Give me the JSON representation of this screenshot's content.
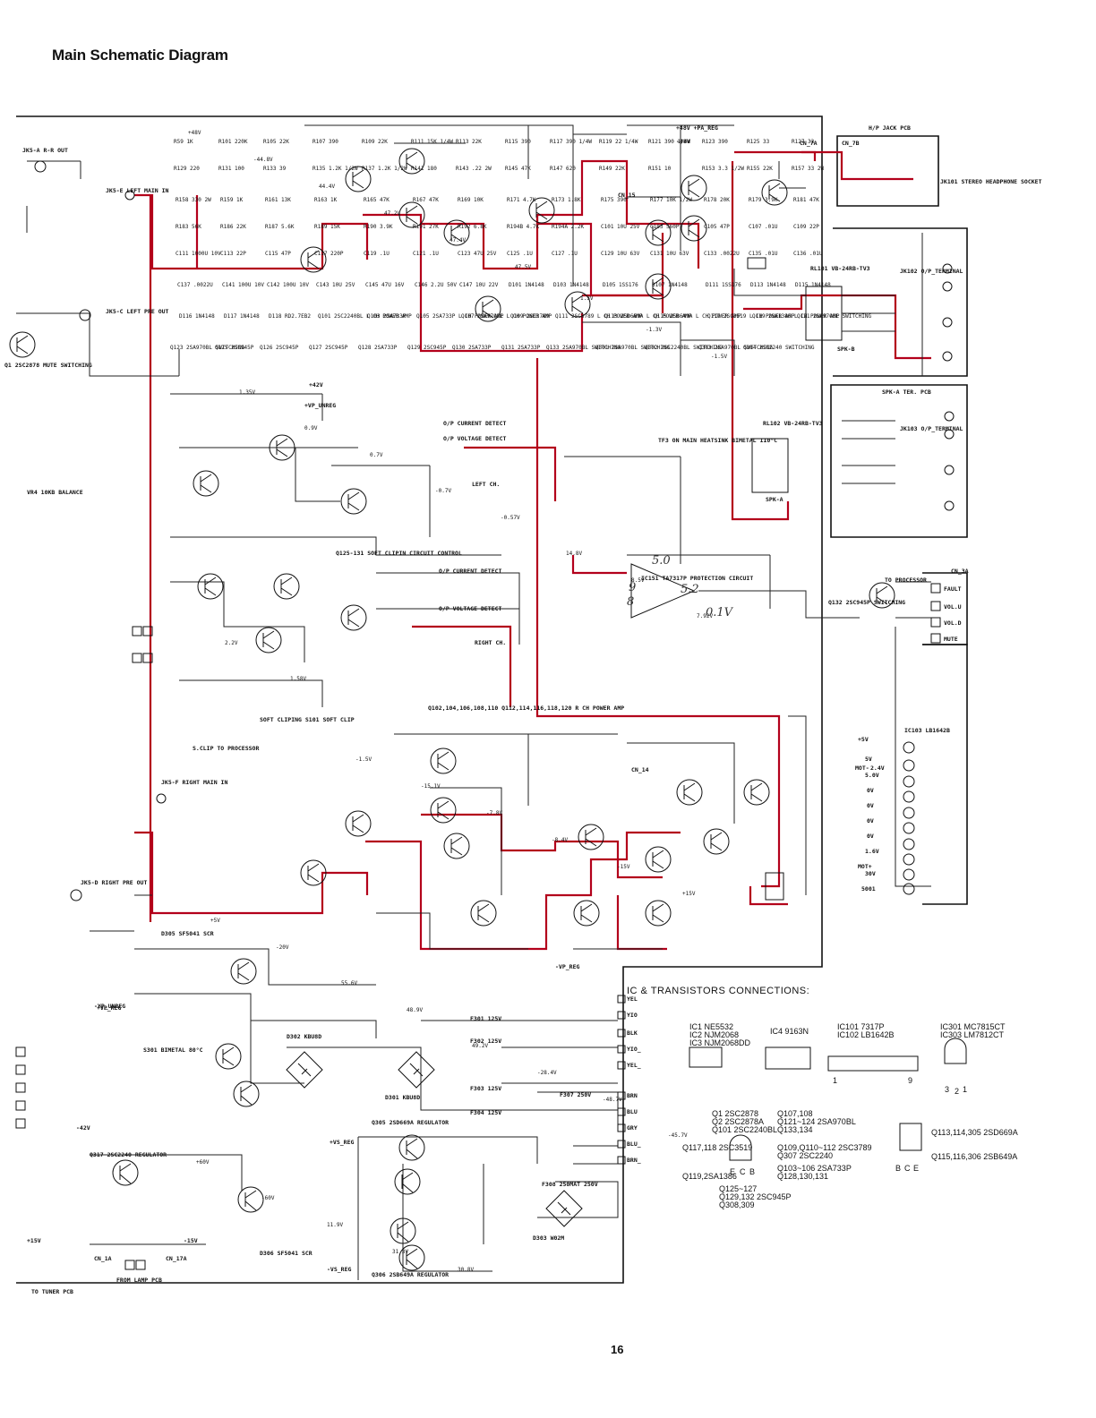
{
  "title": "Main Schematic Diagram",
  "page_number": "16",
  "colors": {
    "highlight_wire": "#b3001b",
    "ink": "#111111",
    "paper": "#ffffff"
  },
  "connectors": {
    "jk5a": "JK5-A R-R OUT",
    "jk5e": "JK5-E LEFT MAIN IN",
    "jk5c": "JK5-C LEFT PRE OUT",
    "jk5f": "JK5-F RIGHT MAIN IN",
    "jk5d": "JK5-D RIGHT PRE OUT",
    "jk101": "JK101 STEREO HEADPHONE SOCKET",
    "hp_jack": "H/P JACK PCB",
    "jk102": "JK102 O/P_TERMINAL",
    "jk103": "JK103 O/P_TERMINAL",
    "spk_a_ter": "SPK-A TER. PCB",
    "cn_7b": "CN_7B",
    "cn_7a": "CN_7A",
    "cn_3a": "CN_3A",
    "cn_14": "CN_14",
    "cn_15": "CN_15",
    "cn_1a": "CN_1A",
    "cn_17a": "CN_17A",
    "to_tuner": "TO TUNER PCB",
    "from_lamp": "FROM LAMP PCB",
    "to_processor": "TO PROCESSOR",
    "clip_to_processor": "S.CLIP TO PROCESSOR"
  },
  "sections": {
    "l_power_amp": "L CH POWER AMP",
    "r_power_amp": "Q102,104,106,108,110 Q112,114,116,118,120 R CH POWER AMP",
    "soft_clip": "Q125-131 SOFT CLIPIN CIRCUIT CONTROL",
    "soft_clipping": "SOFT CLIPING S101 SOFT CLIP",
    "op_current": "O/P CURRENT DETECT",
    "op_voltage": "O/P VOLTAGE DETECT",
    "left_ch": "LEFT CH.",
    "right_ch": "RIGHT CH.",
    "protection": "IC151 TA7317P PROTECTION CIRCUIT",
    "heatsink": "TF3 ON MAIN HEATSINK BIMETAL 110°C",
    "mute_sw": "Q1 2SC2878 MUTE SWITCHING",
    "balance": "VR4 10KB BALANCE",
    "relay_a": "RL101 VB-24RB-TV3",
    "relay_b": "RL102 VB-24RB-TV3",
    "spk_a": "SPK-A",
    "spk_b": "SPK-B",
    "q132": "Q132 2SC945P SWITCHING",
    "processor_pins": [
      "FAULT",
      "VOL.U",
      "VOL.D",
      "MUTE"
    ],
    "ic103": "IC103 LB1642B",
    "ic103_pins": [
      "+5V",
      "5V",
      "5.0V",
      "MOT-",
      "2.4V",
      "0V",
      "0V",
      "0V",
      "0V",
      "1.6V",
      "MOT+",
      "30V",
      "5001"
    ],
    "bimetal": "S301 BIMETAL 80°C",
    "regulator_pos": "Q305 2SD669A REGULATOR",
    "regulator_neg": "Q306 2SB649A REGULATOR",
    "q317": "Q317 2SC2240 REGULATOR",
    "fuses": [
      "F301 125V",
      "F302 125V",
      "F303 125V",
      "F304 125V",
      "F307 250V",
      "F308 250MAT 250V"
    ],
    "rail_labels": [
      "+48V +PA_REG",
      "-48V",
      "+VP_REG",
      "-VP_REG",
      "+VS_REG",
      "-VS_REG",
      "+42V",
      "-42V",
      "+15V",
      "-15V",
      "+VP_UNREG",
      "-YP_UNREG"
    ],
    "transformer_taps": [
      "YEL",
      "YIO",
      "BLK",
      "YIO_",
      "YEL_",
      "BRN",
      "BLU",
      "GRY",
      "BLU_",
      "BRN_"
    ],
    "d301": "D301 KBU8D",
    "d302": "D302 KBU8D",
    "d303": "D303 W02M",
    "d305": "D305 SF5041 SCR",
    "d306": "D306 SF5041 SCR"
  },
  "legend": {
    "heading": "IC & TRANSISTORS CONNECTIONS:",
    "ic_list": [
      "IC1  NE5532",
      "IC2  NJM2068",
      "IC3  NJM2068DD",
      "IC4  9163N",
      "IC101  7317P",
      "IC102  LB1642B",
      "IC301  MC7815CT",
      "IC303  LM7812CT"
    ],
    "transistor_list": [
      "Q1  2SC2878",
      "Q2  2SC2878A",
      "Q101  2SC2240BL",
      "Q107,108",
      "Q121~124  2SA970BL",
      "Q133,134",
      "Q117,118  2SC3519",
      "Q119,2SA1386",
      "Q109,Q110~112  2SC3789",
      "Q307  2SC2240",
      "Q103~106  2SA733P",
      "Q128,130,131",
      "Q125~127",
      "Q129,132  2SC945P",
      "Q308,309",
      "Q113,114,305  2SD669A",
      "Q115,116,306  2SB649A"
    ],
    "pin_labels": [
      "E",
      "C",
      "B",
      "B",
      "C",
      "E",
      "3",
      "2",
      "1",
      "1",
      "9"
    ]
  },
  "handwritten": [
    "5.0",
    "5.2",
    "9",
    "8",
    "0.1V"
  ],
  "components": [
    "R59 1K",
    "R101 220K",
    "R105 22K",
    "R107 390",
    "R109 22K",
    "R111 15K 1/4W",
    "R113 22K",
    "R115 390",
    "R117 390 1/4W",
    "R119 22 1/4W",
    "R121 390 1/4W",
    "R123 390",
    "R125 33",
    "R127 33",
    "R129 220",
    "R131 100",
    "R133 39",
    "R135 1.2K 1/2W",
    "R137 1.2K 1/2W",
    "R141 180",
    "R143 .22 2W",
    "R145 47K",
    "R147 620",
    "R149 22K",
    "R151 10",
    "R153 3.3 1/2W",
    "R155 22K",
    "R157 33 2W",
    "R158 330 2W",
    "R159 1K",
    "R161 13K",
    "R163 1K",
    "R165 47K",
    "R167 47K",
    "R169 10K",
    "R171 4.7K",
    "R173 1.8K",
    "R175 390",
    "R177 10K 1/2W",
    "R178 20K",
    "R179 3.9K",
    "R181 47K",
    "R183 56K",
    "R186 22K",
    "R187 5.6K",
    "R189 15K",
    "R190 3.9K",
    "R191 27K",
    "R192 6.8K",
    "R194B 4.7K",
    "R194A 2.2K",
    "C101 10U 25V",
    "C103 560P",
    "C105 47P",
    "C107 .01U",
    "C109 22P",
    "C111 1000U 10V",
    "C113 22P",
    "C115 47P",
    "C117 220P",
    "C119 .1U",
    "C121 .1U",
    "C123 47U 25V",
    "C125 .1U",
    "C127 .1U",
    "C129 10U 63V",
    "C131 10U 63V",
    "C133 .0022U",
    "C135 .01U",
    "C136 .01U",
    "C137 .0022U",
    "C141 100U 10V",
    "C142 100U 10V",
    "C143 10U 25V",
    "C145 47U 16V",
    "C146 2.2U 50V",
    "C147 10U 22V",
    "D101 1N4148",
    "D103 1N4148",
    "D105 1SS176",
    "D107 1N4148",
    "D111 1SS176",
    "D113 1N4148",
    "D115 1N4148",
    "D116 1N4148",
    "D117 1N4148",
    "D118 RD2.7EB2",
    "Q101 2SC2240BL L CH POWER AMP",
    "Q103 2SA733P",
    "Q105 2SA733P L CH POWER AMP",
    "Q107 2SA970BL L CH POWER AMP",
    "Q109 2SC3789",
    "Q111 2SC3789 L CH POWER AMP",
    "Q113 2SD669A L CH POWER AMP",
    "Q115 2SB649A L CH POWER AMP",
    "Q117 2SC3519 L CH POWER AMP",
    "Q119 2SA1386 L CH POWER AMP",
    "Q121 2SA970BL SWITCHING",
    "Q123 2SA970BL SWITCHING",
    "Q125 2SC945P",
    "Q126 2SC945P",
    "Q127 2SC945P",
    "Q128 2SA733P",
    "Q129 2SC945P",
    "Q130 2SA733P",
    "Q131 2SA733P",
    "Q133 2SA970BL SWITCHING",
    "Q301 2SA970BL SWITCHING",
    "Q302 2SC2240BL SWITCHING",
    "Q303 2SA970BL SWITCHING",
    "Q304 2SC2240 SWITCHING"
  ],
  "voltages": [
    "+48V",
    "-44.8V",
    "44.4V",
    "47.2V",
    "47.4V",
    "47.5V",
    "1.3V",
    "-1.3V",
    "-1.5V",
    "1.35V",
    "0.9V",
    "0.7V",
    "-0.7V",
    "-0.57V",
    "14.8V",
    "8.5V",
    "7.92V",
    "2.2V",
    "1.58V",
    "-1.5V",
    "-15.1V",
    "-7.8V",
    "-8.4V",
    "-15V",
    "+15V",
    "+5V",
    "-20V",
    "55.6V",
    "48.9V",
    "49.2V",
    "-28.4V",
    "-48.7V",
    "-45.7V",
    "+60V",
    "-60V",
    "11.9V",
    "31.3V",
    "30.8V"
  ]
}
